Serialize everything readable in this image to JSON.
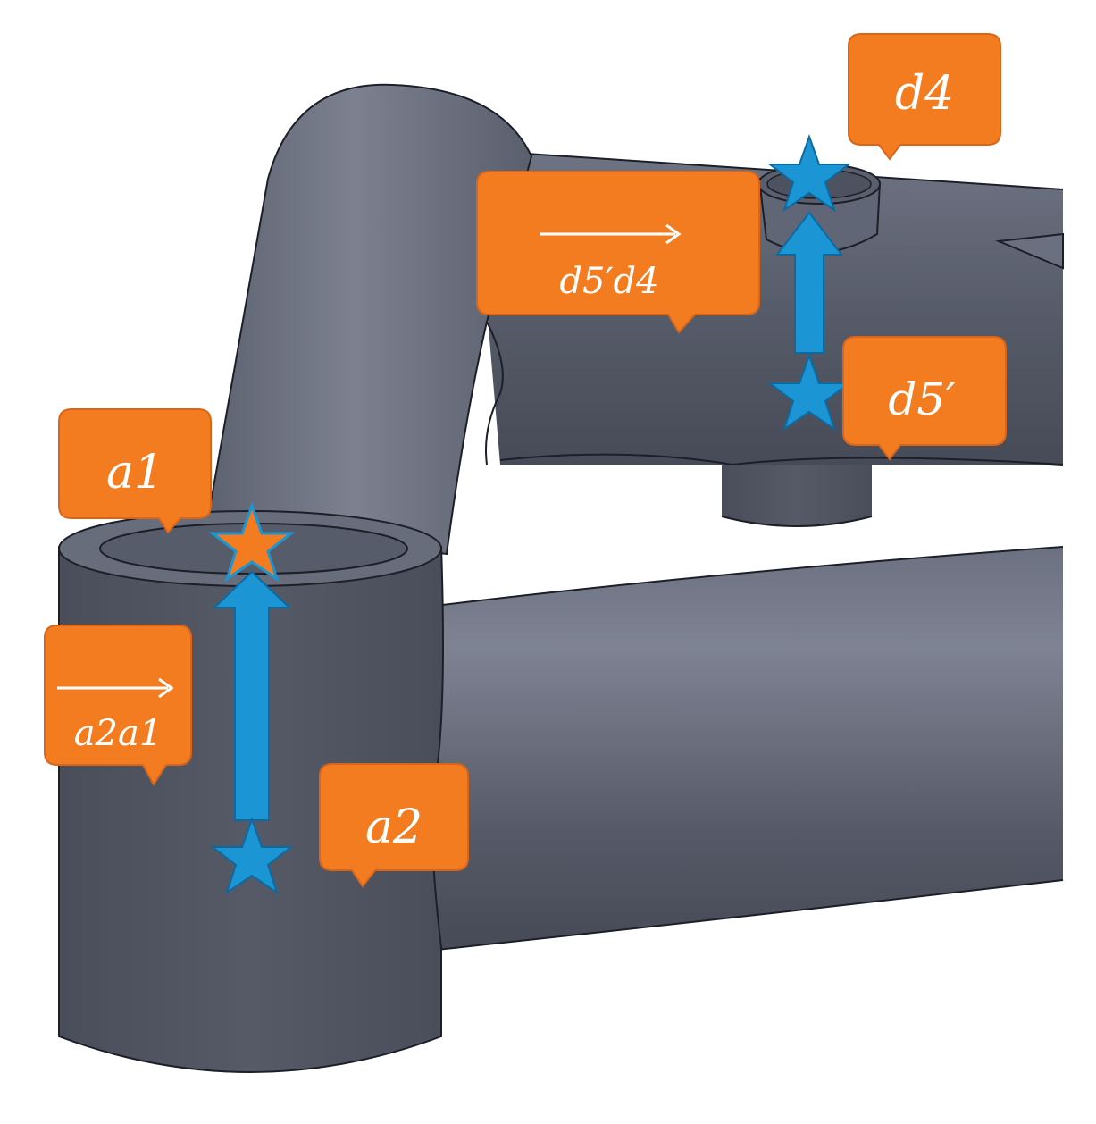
{
  "colors": {
    "background": "#ffffff",
    "tube_dark": "#4f5360",
    "tube_mid": "#5d6271",
    "tube_light": "#7a7f8e",
    "outline": "#1c1f27",
    "callout_fill": "#f47c20",
    "callout_stroke": "#d9651a",
    "arrow_fill": "#1b95d4",
    "star_blue": "#1b95d4",
    "star_orange": "#f47c20"
  },
  "callouts": {
    "a1": {
      "label": "a1"
    },
    "a2": {
      "label": "a2"
    },
    "d4": {
      "label": "d4"
    },
    "d5p": {
      "label": "d5′"
    },
    "vec_a2a1": {
      "label": "a2a1"
    },
    "vec_d5pd4": {
      "label": "d5′d4"
    }
  },
  "markers": {
    "a1_star": {
      "icon": "star-icon",
      "color": "orange"
    },
    "a2_star": {
      "icon": "star-icon",
      "color": "blue"
    },
    "d4_star": {
      "icon": "star-icon",
      "color": "blue"
    },
    "d5p_star": {
      "icon": "star-icon",
      "color": "blue"
    }
  }
}
